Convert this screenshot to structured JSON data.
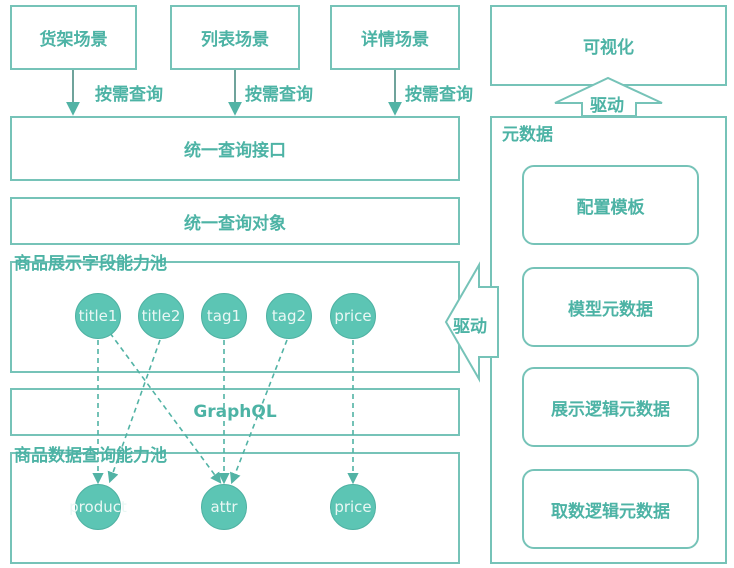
{
  "scenes": {
    "shelf": "货架场景",
    "list": "列表场景",
    "detail": "详情场景",
    "query_on_demand": "按需查询"
  },
  "unified_query_interface": "统一查询接口",
  "unified_query_object": "统一查询对象",
  "display_pool": {
    "title": "商品展示字段能力池",
    "fields": [
      "title1",
      "title2",
      "tag1",
      "tag2",
      "price"
    ]
  },
  "graphql": "GraphQL",
  "data_pool": {
    "title": "商品数据查询能力池",
    "fields": [
      "product",
      "attr",
      "price"
    ]
  },
  "visualization": "可视化",
  "drive": "驱动",
  "metadata": {
    "title": "元数据",
    "items": [
      "配置模板",
      "模型元数据",
      "展示逻辑元数据",
      "取数逻辑元数据"
    ]
  },
  "colors": {
    "border": "#76c3b8",
    "text": "#4db3a5",
    "node_fill": "#5cc5b4",
    "arrow": "#52b3a5"
  }
}
